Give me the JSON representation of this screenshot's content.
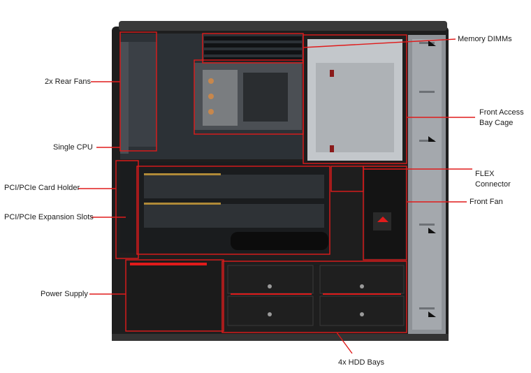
{
  "labels": {
    "rear_fans": "2x Rear Fans",
    "cpu": "Single CPU",
    "card_holder": "PCI/PCIe Card Holder",
    "expansion_slots": "PCI/PCIe Expansion Slots",
    "power_supply": "Power Supply",
    "memory": "Memory DIMMs",
    "bay_cage_line1": "Front Access",
    "bay_cage_line2": "Bay Cage",
    "flex_line1": "FLEX",
    "flex_line2": "Connector",
    "front_fan": "Front Fan",
    "hdd_bays": "4x HDD Bays"
  },
  "colors": {
    "callout": "#e01b1b",
    "chassis": "#2b2b2b",
    "panel": "#9a9ea3",
    "metal": "#bfc3c7"
  }
}
